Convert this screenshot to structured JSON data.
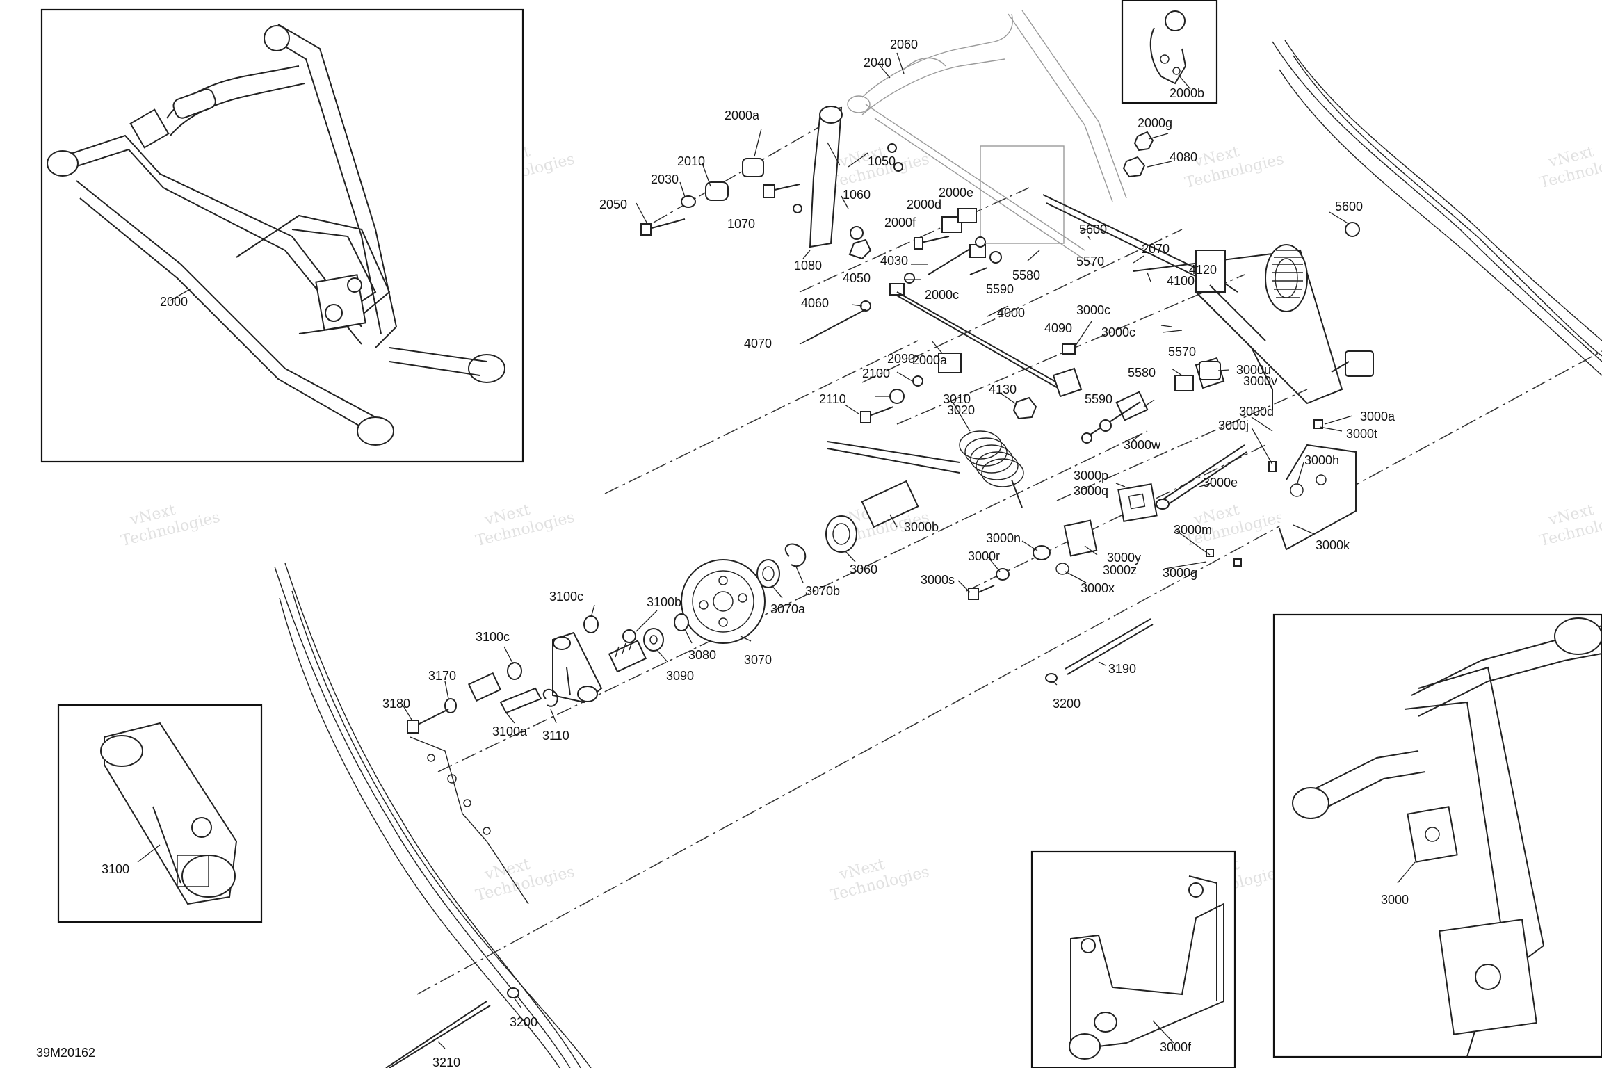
{
  "diagram": {
    "drawing_code": "39M20162",
    "watermark": [
      "vNext",
      "Technologies"
    ],
    "labels": {
      "2000": "2000",
      "2000a_top": "2000a",
      "2000a_mid": "2000a",
      "2000b": "2000b",
      "2000c": "2000c",
      "2000d": "2000d",
      "2000e": "2000e",
      "2000f": "2000f",
      "2000g": "2000g",
      "2010": "2010",
      "2030": "2030",
      "2040": "2040",
      "2050": "2050",
      "2060": "2060",
      "2070": "2070",
      "2090": "2090",
      "2100": "2100",
      "2110": "2110",
      "1050": "1050",
      "1060": "1060",
      "1070": "1070",
      "1080": "1080",
      "3000": "3000",
      "3000a": "3000a",
      "3000b": "3000b",
      "3000c_a": "3000c",
      "3000c_b": "3000c",
      "3000d": "3000d",
      "3000e": "3000e",
      "3000f": "3000f",
      "3000g": "3000g",
      "3000h": "3000h",
      "3000j": "3000j",
      "3000k": "3000k",
      "3000m": "3000m",
      "3000n": "3000n",
      "3000p": "3000p",
      "3000q": "3000q",
      "3000r": "3000r",
      "3000s": "3000s",
      "3000t": "3000t",
      "3000u": "3000u",
      "3000v": "3000v",
      "3000w": "3000w",
      "3000x": "3000x",
      "3000y": "3000y",
      "3000z": "3000z",
      "3010": "3010",
      "3020": "3020",
      "3060": "3060",
      "3070": "3070",
      "3070a": "3070a",
      "3070b": "3070b",
      "3080": "3080",
      "3090": "3090",
      "3100": "3100",
      "3100a": "3100a",
      "3100b": "3100b",
      "3100c_a": "3100c",
      "3100c_b": "3100c",
      "3110": "3110",
      "3170": "3170",
      "3180": "3180",
      "3190": "3190",
      "3200_a": "3200",
      "3200_b": "3200",
      "3210": "3210",
      "4000": "4000",
      "4030": "4030",
      "4050": "4050",
      "4060": "4060",
      "4070": "4070",
      "4080": "4080",
      "4090": "4090",
      "4100": "4100",
      "4120": "4120",
      "4130": "4130",
      "5570_a": "5570",
      "5570_b": "5570",
      "5580_a": "5580",
      "5580_b": "5580",
      "5590_a": "5590",
      "5590_b": "5590",
      "5600_a": "5600",
      "5600_b": "5600"
    }
  }
}
